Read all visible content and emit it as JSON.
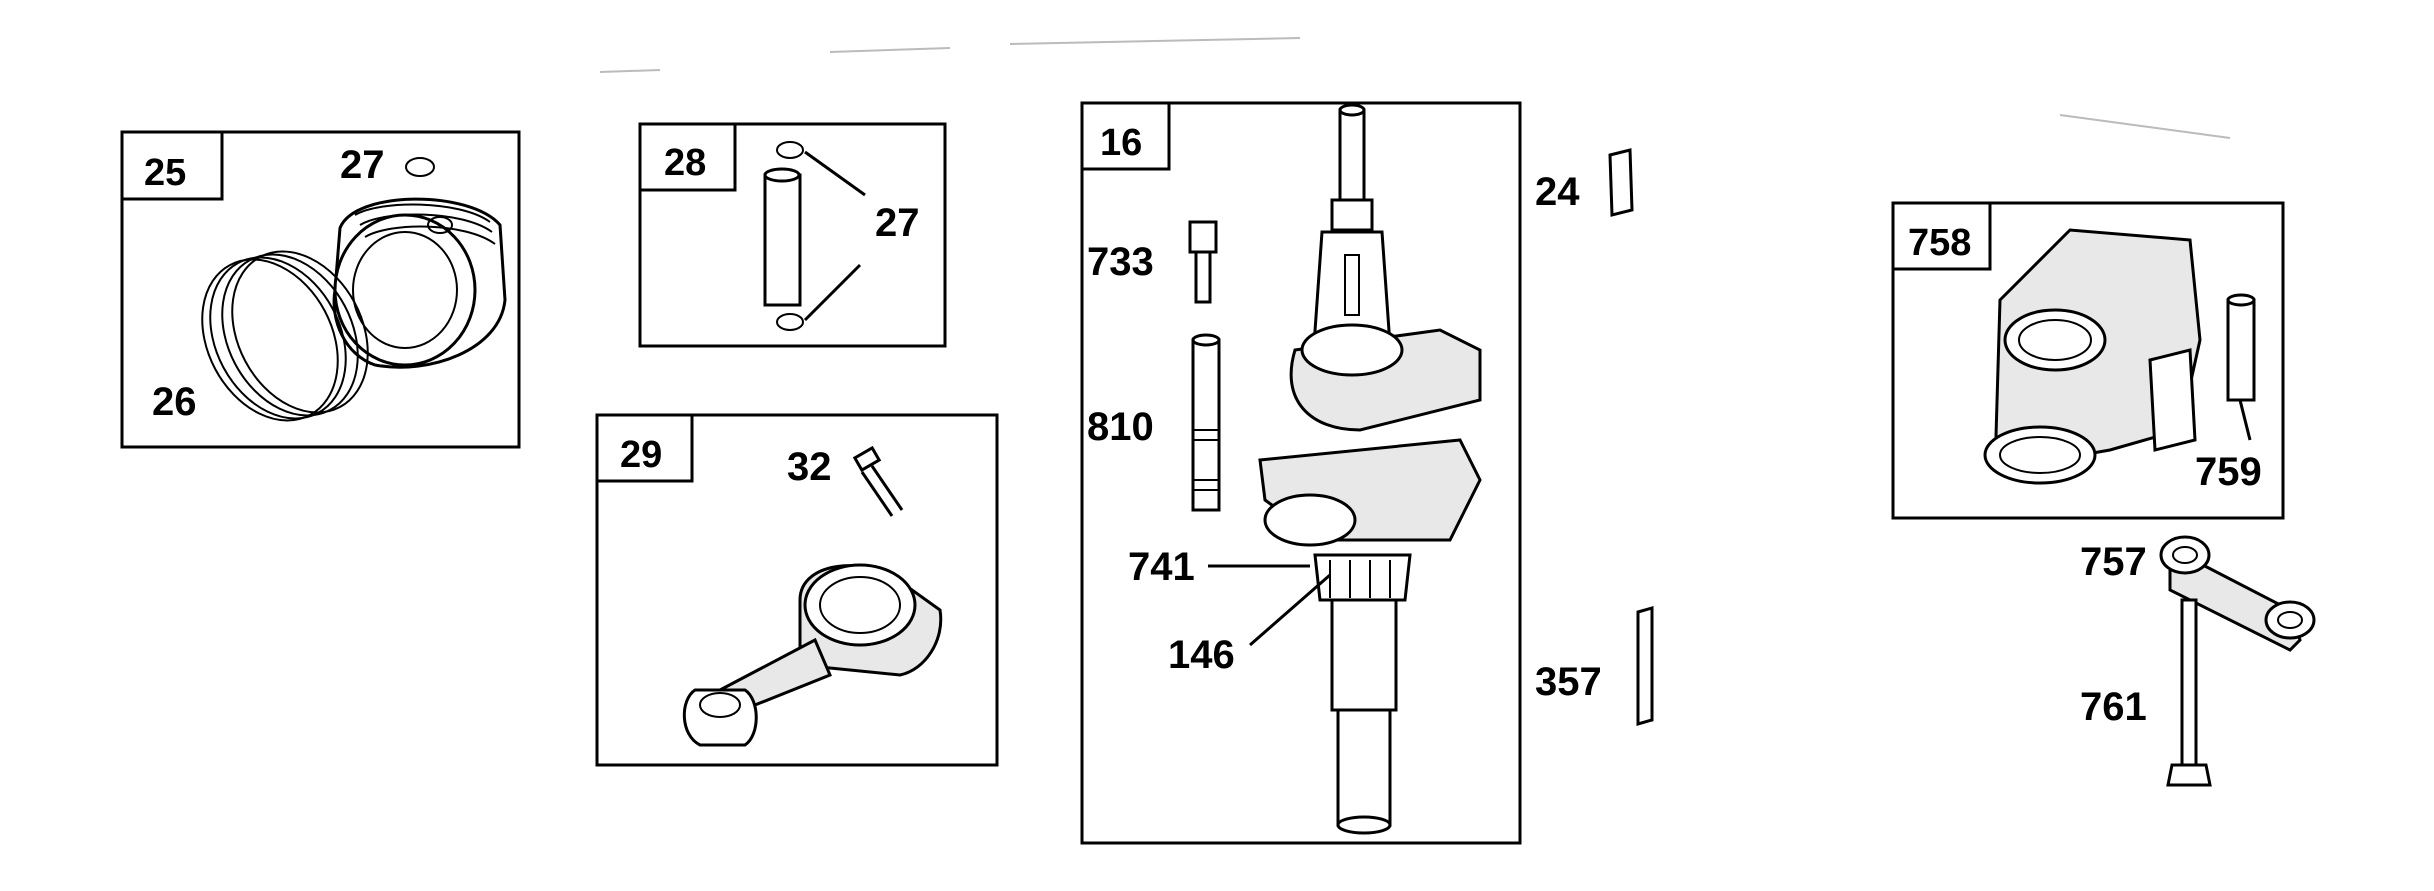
{
  "panels": {
    "piston": {
      "number": "25",
      "callouts": {
        "rings": "26",
        "clip": "27"
      }
    },
    "pin": {
      "number": "28",
      "callouts": {
        "clips": "27"
      }
    },
    "rod": {
      "number": "29",
      "callouts": {
        "bolt": "32"
      }
    },
    "crankshaft": {
      "number": "16",
      "callouts": {
        "bolt": "733",
        "shaft": "810",
        "gear": "741",
        "key": "146"
      }
    },
    "balancer": {
      "number": "758",
      "callouts": {
        "pin": "759"
      }
    }
  },
  "loose_parts": {
    "key_top": "24",
    "key_long": "357",
    "link": "757",
    "link_bolt": "761"
  }
}
